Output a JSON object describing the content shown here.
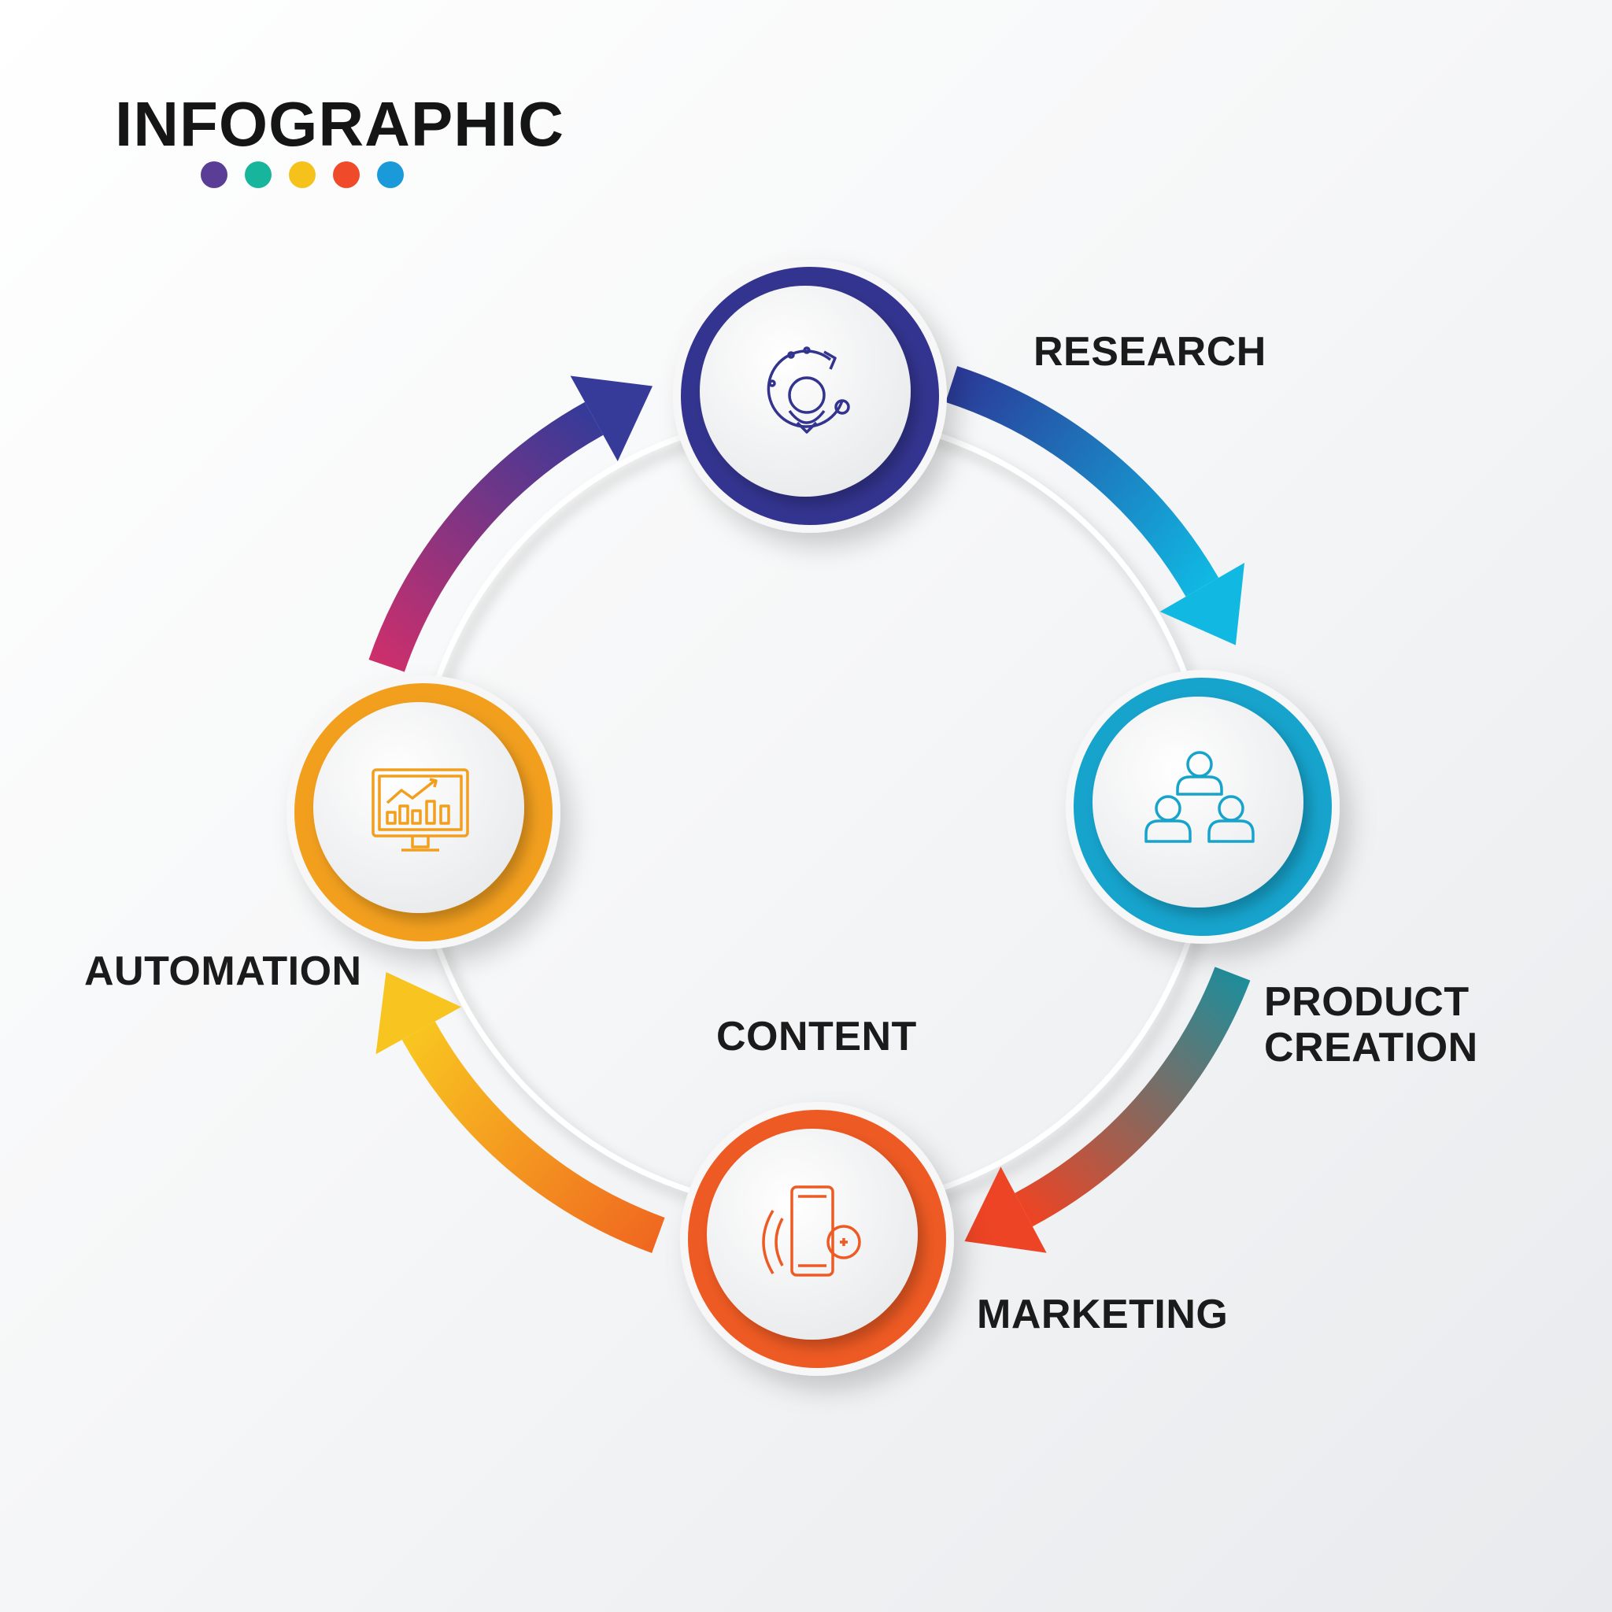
{
  "title": "INFOGRAPHIC",
  "dot_colors": [
    "#5a3d94",
    "#17b59c",
    "#f5c21c",
    "#ef4b2a",
    "#1a9ad8"
  ],
  "steps": [
    {
      "label": "RESEARCH",
      "icon": "research-user-cycle-icon",
      "color": "#33348f"
    },
    {
      "label_lines": [
        "PRODUCT",
        "CREATION"
      ],
      "icon": "team-hierarchy-icon",
      "color": "#16a3cc"
    },
    {
      "label": "MARKETING",
      "icon": "mobile-marketing-icon",
      "color": "#ee5a23"
    },
    {
      "label": "CONTENT"
    },
    {
      "label": "AUTOMATION",
      "icon": "monitor-chart-icon",
      "color": "#f29f1e"
    }
  ]
}
